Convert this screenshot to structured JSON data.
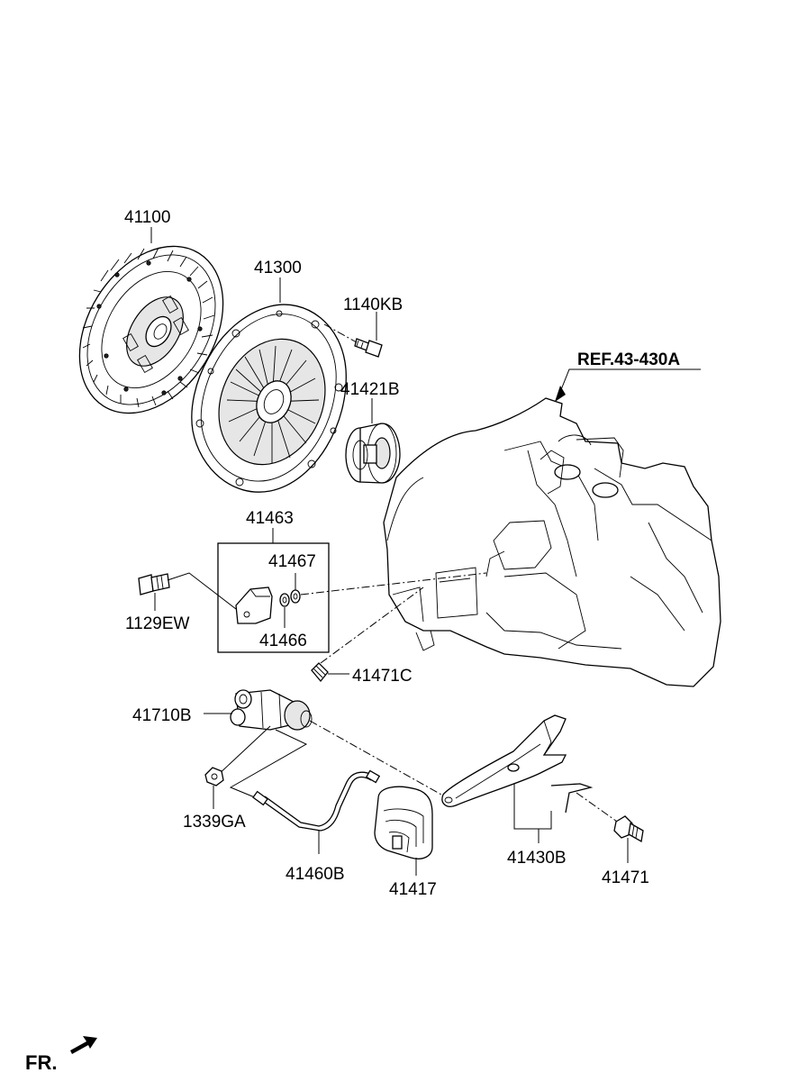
{
  "parts": [
    {
      "id": "clutch-disc",
      "label": "41100"
    },
    {
      "id": "clutch-cover",
      "label": "41300"
    },
    {
      "id": "cover-bolt",
      "label": "1140KB"
    },
    {
      "id": "release-bearing",
      "label": "41421B"
    },
    {
      "id": "bracket-kit",
      "label": "41463"
    },
    {
      "id": "washer-a",
      "label": "41467"
    },
    {
      "id": "washer-b",
      "label": "41466"
    },
    {
      "id": "bracket-bolt",
      "label": "1129EW"
    },
    {
      "id": "bleeder-screw",
      "label": "41471C"
    },
    {
      "id": "release-cylinder",
      "label": "41710B"
    },
    {
      "id": "nut",
      "label": "1339GA"
    },
    {
      "id": "pipe",
      "label": "41460B"
    },
    {
      "id": "boot",
      "label": "41417"
    },
    {
      "id": "release-fork",
      "label": "41430B"
    },
    {
      "id": "fork-bolt",
      "label": "41471"
    }
  ],
  "reference": "REF.43-430A",
  "direction": "FR."
}
